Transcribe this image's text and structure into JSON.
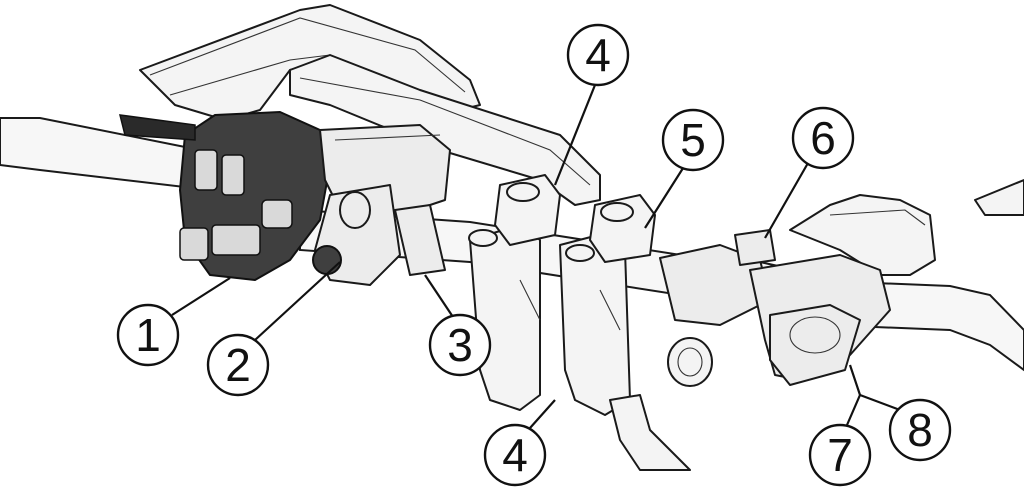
{
  "callouts": [
    {
      "id": "1",
      "label": "1"
    },
    {
      "id": "2",
      "label": "2"
    },
    {
      "id": "3",
      "label": "3"
    },
    {
      "id": "4a",
      "label": "4"
    },
    {
      "id": "4b",
      "label": "4"
    },
    {
      "id": "5",
      "label": "5"
    },
    {
      "id": "6",
      "label": "6"
    },
    {
      "id": "7",
      "label": "7"
    },
    {
      "id": "8",
      "label": "8"
    }
  ],
  "colors": {
    "ink": "#111111",
    "housing": "#3f3f3f",
    "metal": "#ececec",
    "background": "#ffffff"
  }
}
